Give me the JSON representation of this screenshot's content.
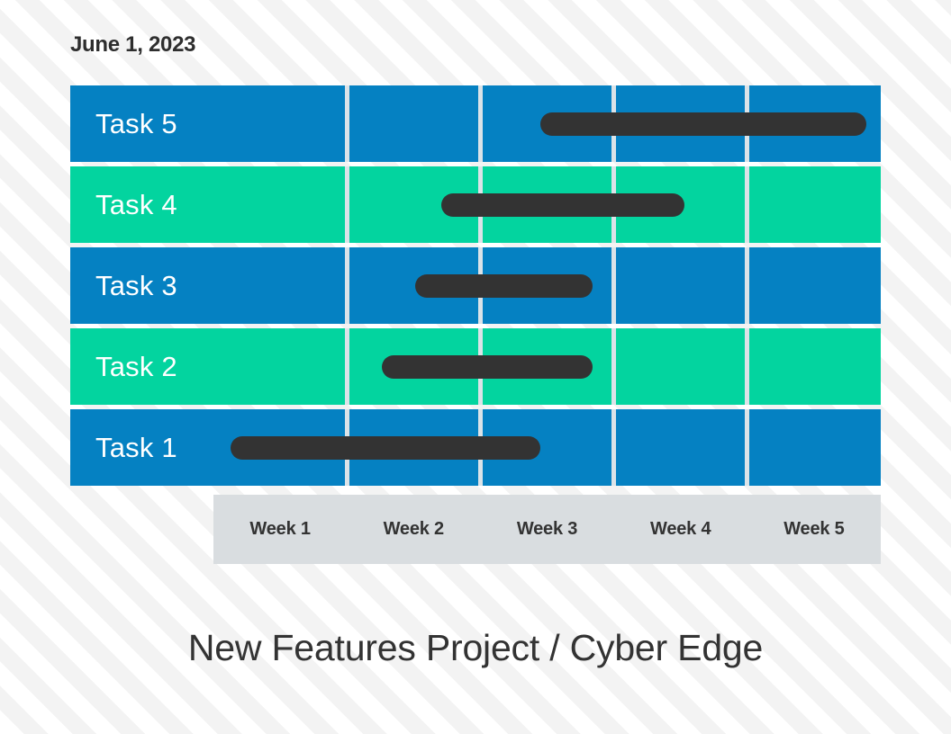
{
  "header": {
    "date": "June 1, 2023"
  },
  "footer": {
    "title": "New Features Project / Cyber Edge"
  },
  "colors": {
    "blue": "#0581c2",
    "green": "#03d49f",
    "bar": "#333333",
    "header_strip": "#d9dde0",
    "divider": "#dbe3e8",
    "text_dark": "#2e2e2e",
    "text_light": "#ffffff",
    "background": "#ffffff",
    "stripe": "#f3f3f3"
  },
  "chart_data": {
    "type": "bar",
    "chart_kind": "gantt",
    "title": "New Features Project / Cyber Edge",
    "subtitle": "June 1, 2023",
    "xlabel": "",
    "ylabel": "",
    "grid": true,
    "legend": "none",
    "categories": [
      "Week 1",
      "Week 2",
      "Week 3",
      "Week 4",
      "Week 5"
    ],
    "xlim": [
      0,
      5
    ],
    "x_tick_labels": [
      "Week 1",
      "Week 2",
      "Week 3",
      "Week 4",
      "Week 5"
    ],
    "rows": [
      {
        "label": "Task 5",
        "row_color": "blue",
        "start_week": 2.45,
        "end_week": 4.89,
        "duration_weeks": 2.44
      },
      {
        "label": "Task 4",
        "row_color": "green",
        "start_week": 1.71,
        "end_week": 3.53,
        "duration_weeks": 1.82
      },
      {
        "label": "Task 3",
        "row_color": "blue",
        "start_week": 1.51,
        "end_week": 2.84,
        "duration_weeks": 1.33
      },
      {
        "label": "Task 2",
        "row_color": "green",
        "start_week": 1.26,
        "end_week": 2.84,
        "duration_weeks": 1.58
      },
      {
        "label": "Task 1",
        "row_color": "blue",
        "start_week": 0.13,
        "end_week": 2.45,
        "duration_weeks": 2.32
      }
    ]
  }
}
